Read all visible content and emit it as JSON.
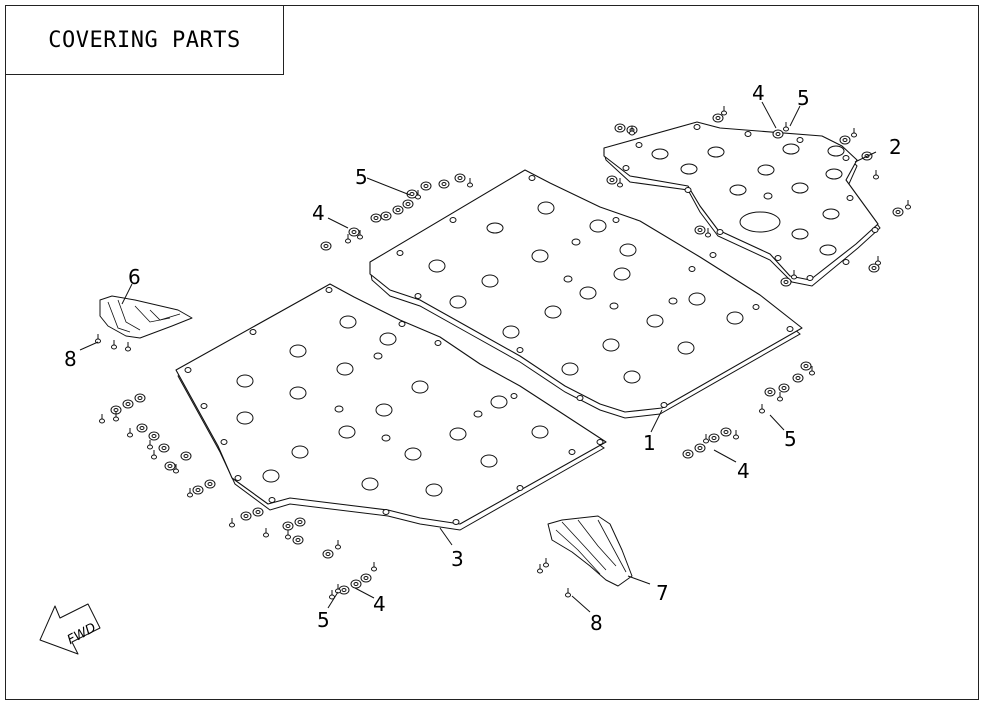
{
  "title": "COVERING PARTS",
  "fwd_label": "FWD",
  "callouts": [
    {
      "id": "c1",
      "label": "1"
    },
    {
      "id": "c2",
      "label": "2"
    },
    {
      "id": "c3",
      "label": "3"
    },
    {
      "id": "c4a",
      "label": "4"
    },
    {
      "id": "c4b",
      "label": "4"
    },
    {
      "id": "c4c",
      "label": "4"
    },
    {
      "id": "c4d",
      "label": "4"
    },
    {
      "id": "c5a",
      "label": "5"
    },
    {
      "id": "c5b",
      "label": "5"
    },
    {
      "id": "c5c",
      "label": "5"
    },
    {
      "id": "c5d",
      "label": "5"
    },
    {
      "id": "c6",
      "label": "6"
    },
    {
      "id": "c7",
      "label": "7"
    },
    {
      "id": "c8a",
      "label": "8"
    },
    {
      "id": "c8b",
      "label": "8"
    }
  ]
}
